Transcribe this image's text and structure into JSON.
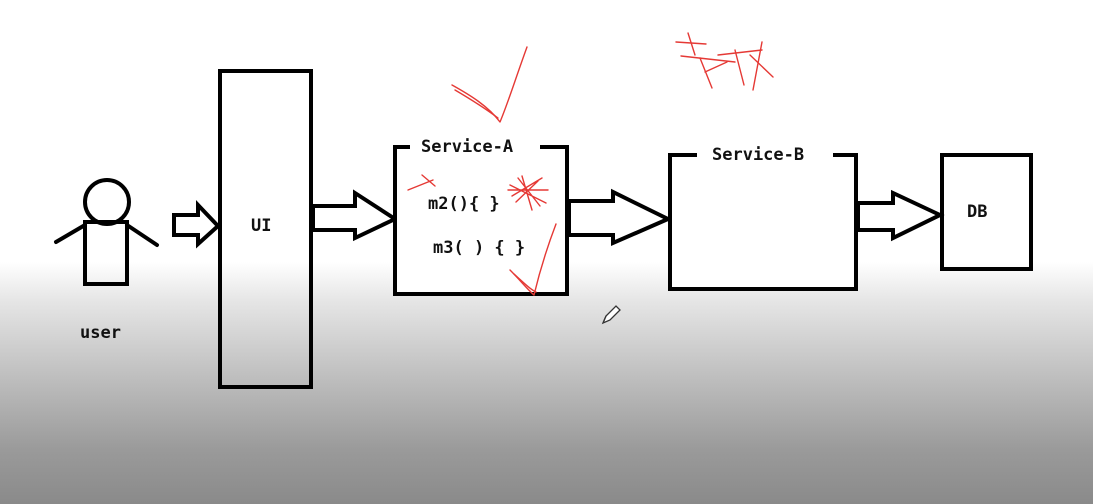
{
  "diagram": {
    "user_label": "user",
    "ui_label": "UI",
    "service_a": {
      "title": "Service-A",
      "methods": [
        "m2(){ }",
        "m3( ) { }"
      ]
    },
    "service_b": {
      "title": "Service-B"
    },
    "db_label": "DB"
  },
  "colors": {
    "stroke": "#000000",
    "annotation": "#e53935"
  },
  "icons": [
    "user-stick-figure-icon",
    "pencil-cursor-icon"
  ]
}
